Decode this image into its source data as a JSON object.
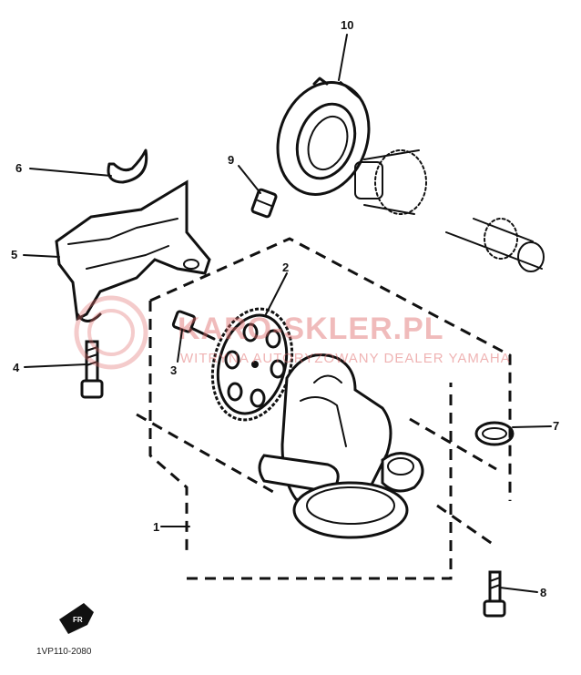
{
  "callouts": [
    {
      "id": "10",
      "label": "10"
    },
    {
      "id": "9",
      "label": "9"
    },
    {
      "id": "6",
      "label": "6"
    },
    {
      "id": "5",
      "label": "5"
    },
    {
      "id": "2",
      "label": "2"
    },
    {
      "id": "4",
      "label": "4"
    },
    {
      "id": "3",
      "label": "3"
    },
    {
      "id": "7",
      "label": "7"
    },
    {
      "id": "1",
      "label": "1"
    },
    {
      "id": "8",
      "label": "8"
    }
  ],
  "watermark": {
    "main": "KARO-SKLER.PL",
    "sub": "WITRYNA AUTORYZOWANY DEALER YAMAHA",
    "color": "#e06a6a"
  },
  "front_marker": "FR",
  "drawing_code": "1VP110-2080"
}
